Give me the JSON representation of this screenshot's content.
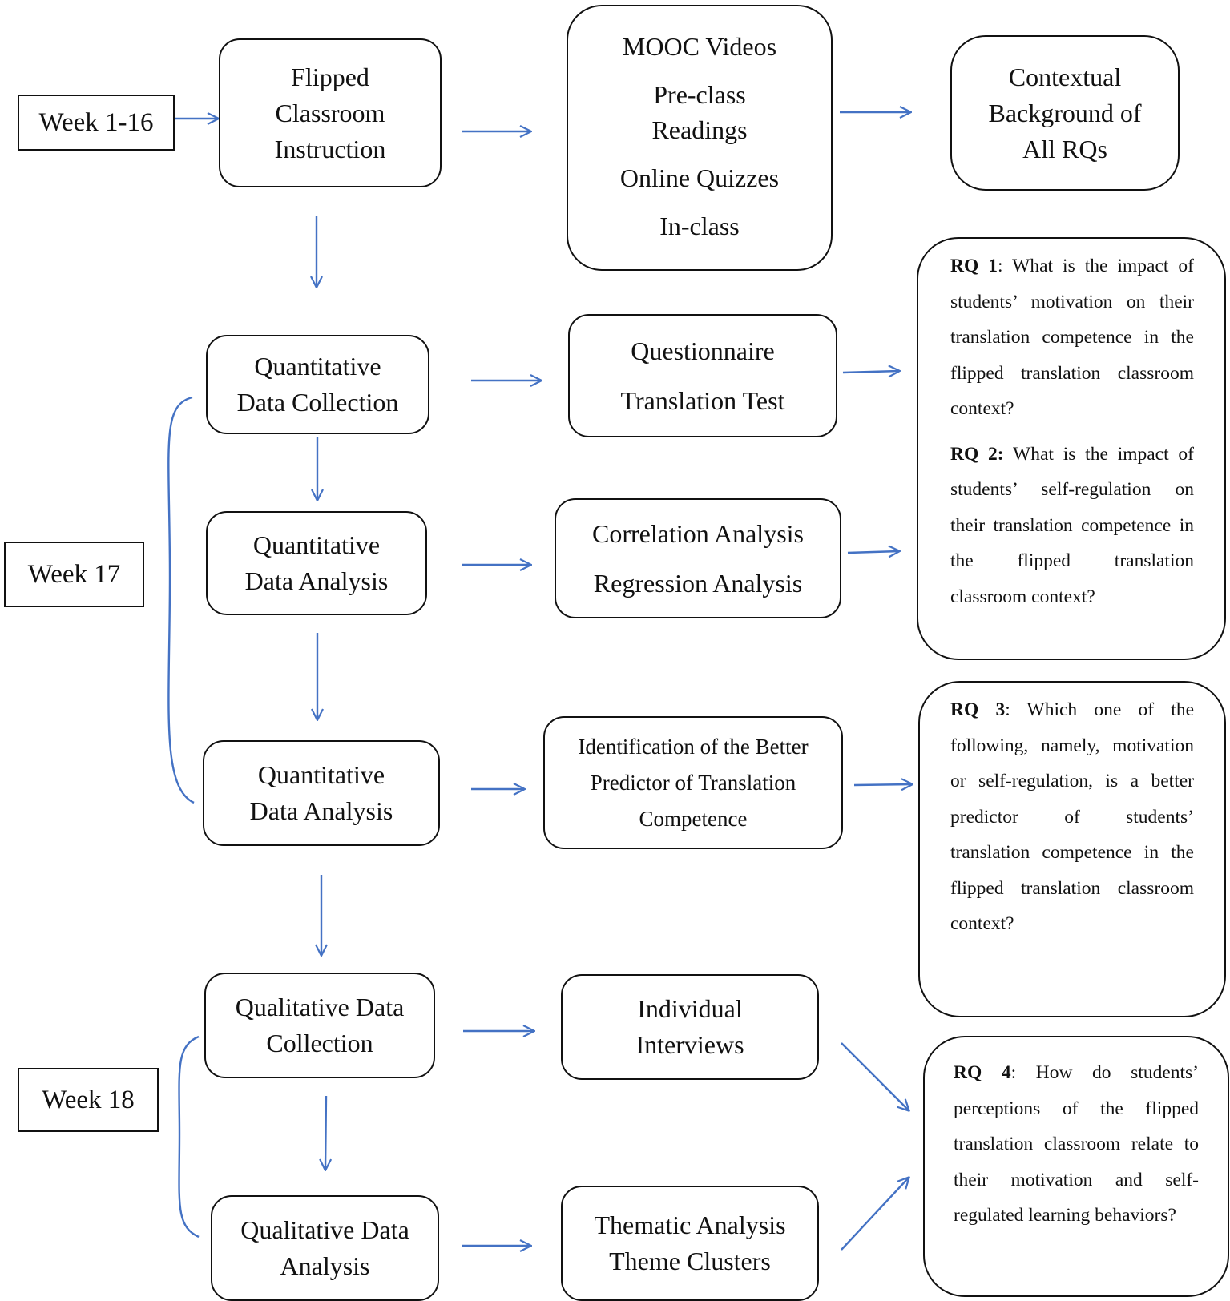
{
  "weeks": {
    "w1": "Week 1-16",
    "w17": "Week 17",
    "w18": "Week 18"
  },
  "stages": {
    "flipped": [
      "Flipped",
      "Classroom",
      "Instruction"
    ],
    "quant_collection": [
      "Quantitative",
      "Data Collection"
    ],
    "quant_analysis_1": [
      "Quantitative",
      "Data Analysis"
    ],
    "quant_analysis_2": [
      "Quantitative",
      "Data Analysis"
    ],
    "qual_collection": [
      "Qualitative Data",
      "Collection"
    ],
    "qual_analysis": [
      "Qualitative Data",
      "Analysis"
    ]
  },
  "methods": {
    "mooc": [
      "MOOC Videos",
      "Pre-class",
      "Readings",
      "Online Quizzes",
      "In-class"
    ],
    "questionnaire": [
      "Questionnaire",
      "Translation Test"
    ],
    "correlation": [
      "Correlation Analysis",
      "Regression Analysis"
    ],
    "identification": [
      "Identification of the Better",
      "Predictor of Translation",
      "Competence"
    ],
    "interviews": [
      "Individual",
      "Interviews"
    ],
    "thematic": [
      "Thematic Analysis",
      "Theme Clusters"
    ]
  },
  "outcomes": {
    "contextual": [
      "Contextual",
      "Background of",
      "All RQs"
    ],
    "rq1": {
      "label": "RQ 1",
      "text": ": What is the impact of students’ motivation on their translation competence in the flipped translation classroom context?"
    },
    "rq2": {
      "label": "RQ 2:",
      "text": " What is the impact of students’ self-regulation on their translation competence in the flipped translation classroom context?"
    },
    "rq3": {
      "label": "RQ 3",
      "text": ": Which one of the following, namely, motivation or self-regulation, is a better predictor of students’ translation competence in the flipped translation classroom context?"
    },
    "rq4": {
      "label": "RQ 4",
      "text": ": How do students’ perceptions of the flipped translation classroom relate to their motivation and self-regulated learning behaviors?"
    }
  },
  "colors": {
    "arrow": "#4472c4",
    "border": "#111111"
  }
}
